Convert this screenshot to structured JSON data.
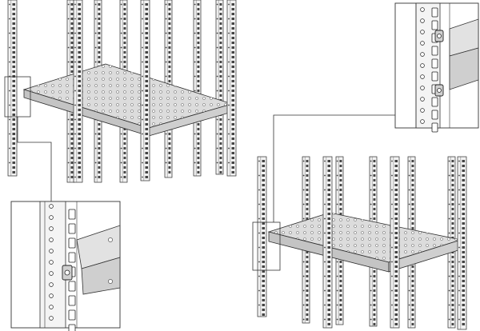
{
  "figure": {
    "background": "#ffffff",
    "line_color": "#2b2b2b",
    "rail_fill": "#f2f2f2",
    "shelf_fill": "#d9d9d9",
    "shelf_edge_fill": "#c4c4c4",
    "detail_box_stroke": "#333333"
  },
  "illustrations": [
    {
      "name": "rack-with-shelf-top-left",
      "shows": [
        "rack-rails",
        "perforated-shelf",
        "mounting-detail-callout"
      ]
    },
    {
      "name": "rack-with-shelf-bottom-right",
      "shows": [
        "rack-rails",
        "perforated-shelf",
        "mounting-detail-callout"
      ]
    }
  ]
}
